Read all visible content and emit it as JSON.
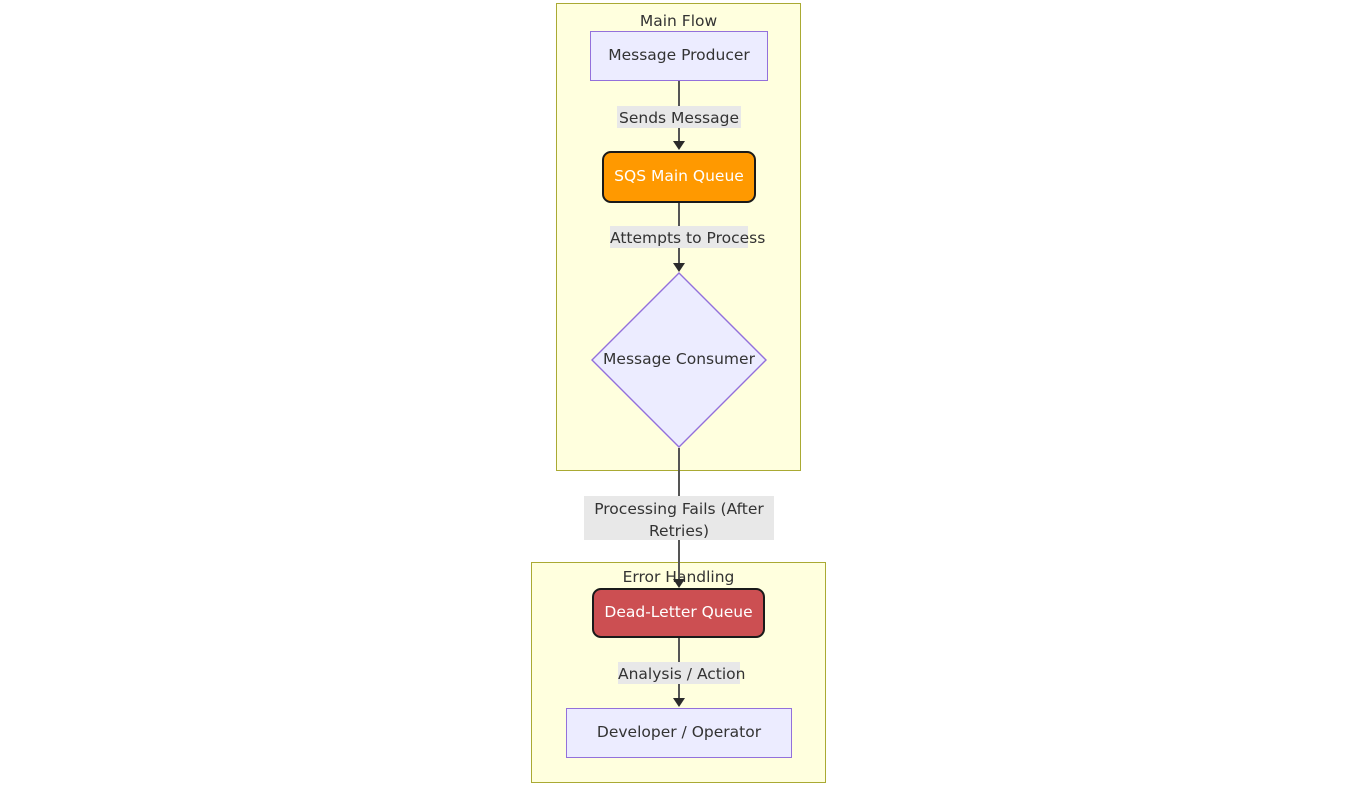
{
  "diagram": {
    "type": "flowchart",
    "direction": "top-down",
    "subgraphs": [
      {
        "id": "main-flow",
        "title": "Main Flow"
      },
      {
        "id": "error-handling",
        "title": "Error Handling"
      }
    ],
    "nodes": [
      {
        "id": "message-producer",
        "label": "Message Producer",
        "shape": "rectangle",
        "fill": "#ececff",
        "stroke": "#9370db",
        "text_color": "#333333"
      },
      {
        "id": "sqs-main-queue",
        "label": "SQS Main Queue",
        "shape": "rounded-rectangle",
        "fill": "#ff9900",
        "stroke": "#1a1a1a",
        "text_color": "#ffffff"
      },
      {
        "id": "message-consumer",
        "label": "Message Consumer",
        "shape": "diamond",
        "fill": "#ececff",
        "stroke": "#9370db",
        "text_color": "#333333"
      },
      {
        "id": "dead-letter-queue",
        "label": "Dead-Letter Queue",
        "shape": "rounded-rectangle",
        "fill": "#cc4f52",
        "stroke": "#1a1a1a",
        "text_color": "#ffffff"
      },
      {
        "id": "developer-operator",
        "label": "Developer / Operator",
        "shape": "rectangle",
        "fill": "#ececff",
        "stroke": "#9370db",
        "text_color": "#333333"
      }
    ],
    "edges": [
      {
        "id": "producer-to-queue",
        "from": "message-producer",
        "to": "sqs-main-queue",
        "label": "Sends Message"
      },
      {
        "id": "queue-to-consumer",
        "from": "sqs-main-queue",
        "to": "message-consumer",
        "label": "Attempts to Process"
      },
      {
        "id": "consumer-to-dlq",
        "from": "message-consumer",
        "to": "dead-letter-queue",
        "label": "Processing Fails (After Retries)"
      },
      {
        "id": "dlq-to-developer",
        "from": "dead-letter-queue",
        "to": "developer-operator",
        "label": "Analysis / Action"
      }
    ],
    "colors": {
      "subgraph_fill": "#ffffde",
      "subgraph_stroke": "#aaaa33",
      "edge_stroke": "#555555",
      "edge_label_background": "#e8e8e8",
      "canvas_background": "#ffffff"
    }
  }
}
